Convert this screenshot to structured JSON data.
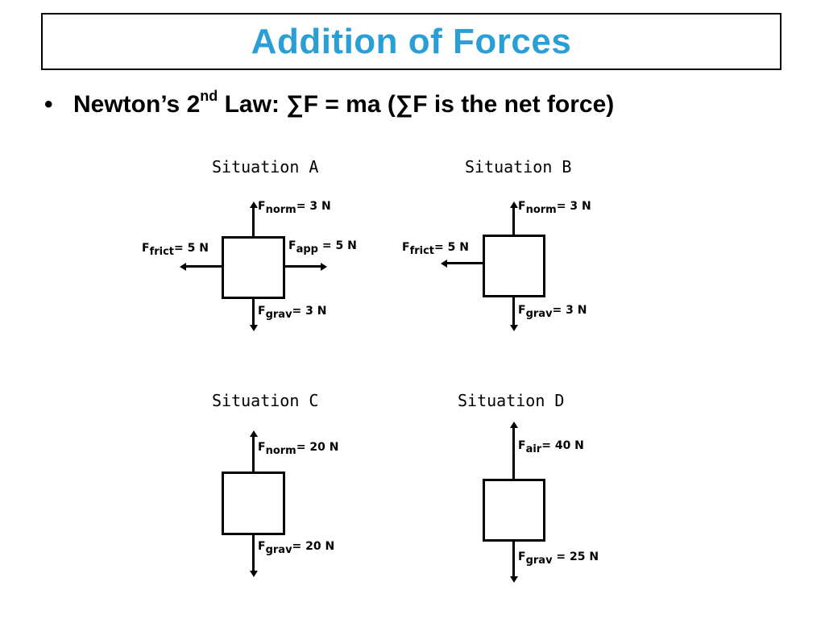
{
  "title": "Addition of Forces",
  "bullet": {
    "prefix": "Newton’s 2",
    "sup": "nd",
    "suffix": " Law: ∑F = ma (∑F is the net force)"
  },
  "situations": {
    "a": {
      "label": "Situation A",
      "norm": {
        "sym": "F",
        "sub": "norm",
        "val": "= 3 N"
      },
      "grav": {
        "sym": "F",
        "sub": "grav",
        "val": "= 3 N"
      },
      "frict": {
        "sym": "F",
        "sub": "frict",
        "val": "= 5 N"
      },
      "app": {
        "sym": "F",
        "sub": "app",
        "val": " = 5 N"
      }
    },
    "b": {
      "label": "Situation B",
      "norm": {
        "sym": "F",
        "sub": "norm",
        "val": "= 3 N"
      },
      "grav": {
        "sym": "F",
        "sub": "grav",
        "val": "= 3 N"
      },
      "frict": {
        "sym": "F",
        "sub": "frict",
        "val": "= 5 N"
      }
    },
    "c": {
      "label": "Situation C",
      "norm": {
        "sym": "F",
        "sub": "norm",
        "val": "= 20 N"
      },
      "grav": {
        "sym": "F",
        "sub": "grav",
        "val": "= 20 N"
      }
    },
    "d": {
      "label": "Situation D",
      "air": {
        "sym": "F",
        "sub": "air",
        "val": "= 40 N"
      },
      "grav": {
        "sym": "F",
        "sub": "grav",
        "val": " = 25 N"
      }
    }
  },
  "colors": {
    "title": "#2a9fd6"
  }
}
